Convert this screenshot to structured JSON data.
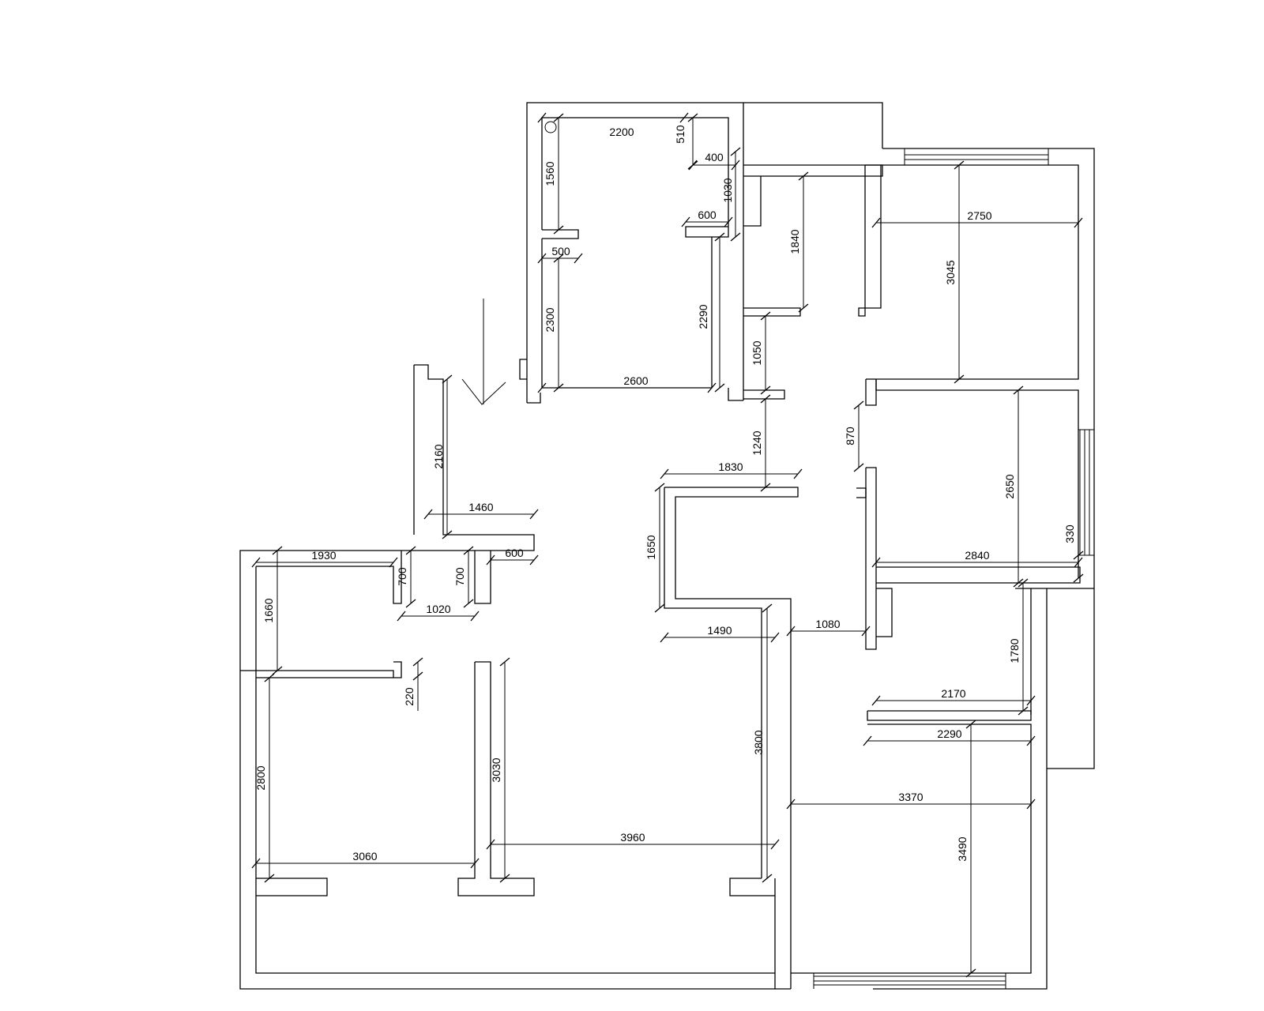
{
  "drawing": {
    "dimensions": [
      "2200",
      "510",
      "400",
      "1560",
      "1030",
      "600",
      "500",
      "1840",
      "2750",
      "3045",
      "2300",
      "2290",
      "2600",
      "1050",
      "2160",
      "1240",
      "870",
      "1830",
      "1460",
      "1930",
      "700",
      "700",
      "600",
      "1650",
      "2650",
      "330",
      "2840",
      "1020",
      "1660",
      "1490",
      "1080",
      "1780",
      "220",
      "2170",
      "2290",
      "3800",
      "2800",
      "3030",
      "3370",
      "3960",
      "3060",
      "3490"
    ]
  }
}
